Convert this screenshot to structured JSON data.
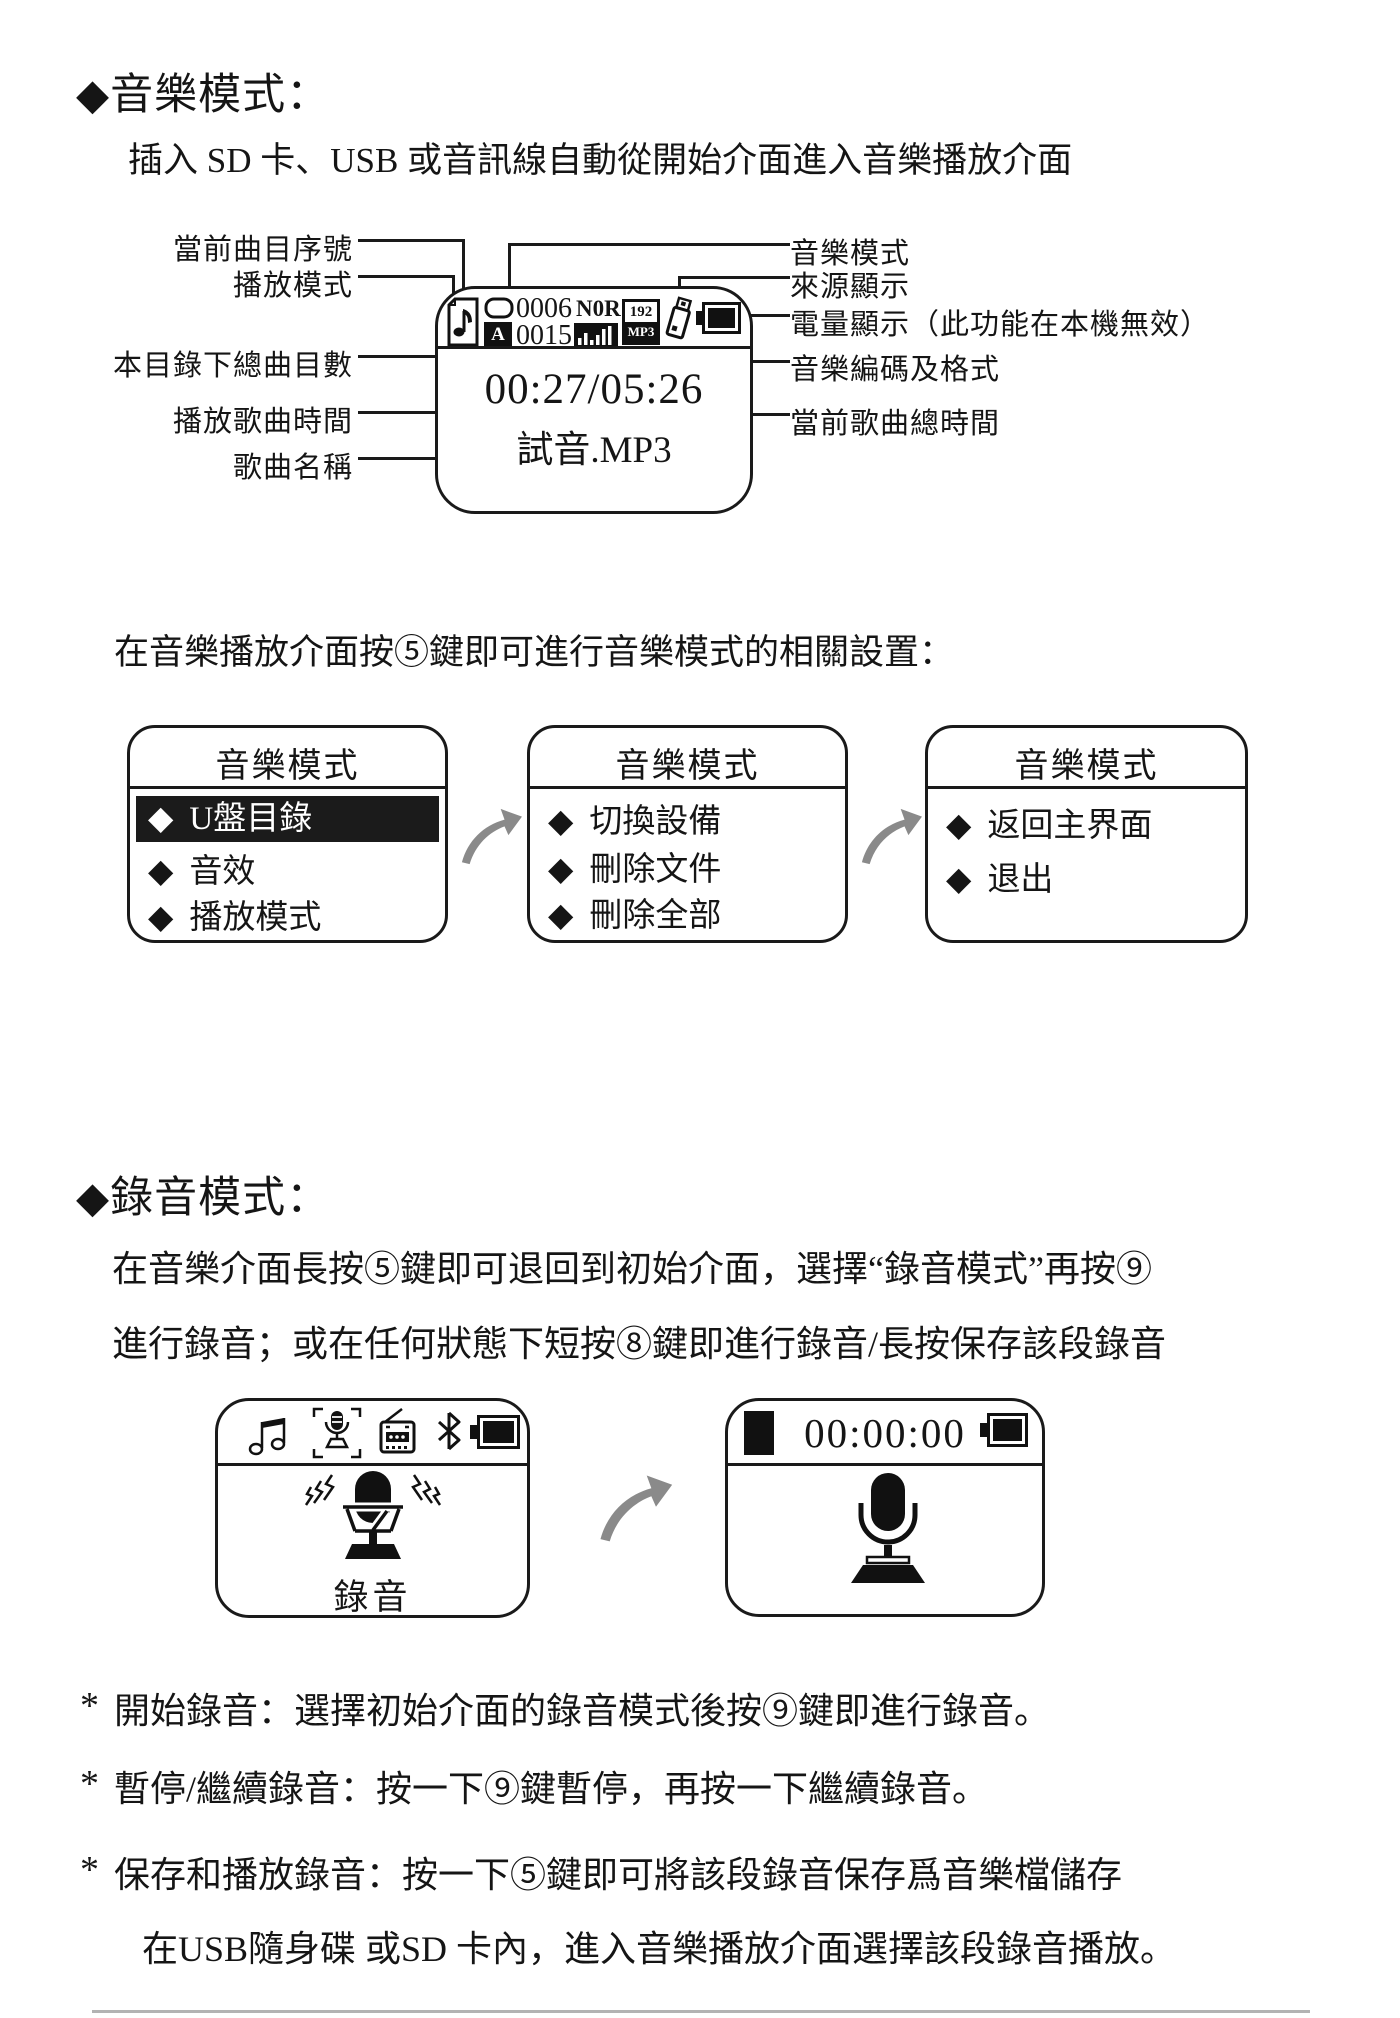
{
  "glyphs": {
    "diamond": "◆",
    "star": "*"
  },
  "colors": {
    "ink": "#151515",
    "arrow": "#8a8a8a",
    "highlight_bg": "#1b1b1b",
    "page_bg": "#ffffff"
  },
  "music_section": {
    "title": "◆音樂模式：",
    "intro": "插入 SD 卡、USB 或音訊線自動從開始介面進入音樂播放介面",
    "player_screen": {
      "track_no": "0006",
      "play_mode_text": "N0R",
      "total_tracks": "0015",
      "repeat_badge": "A",
      "bitrate": "192",
      "format": "MP3",
      "time": "00:27/05:26",
      "song": "試音.MP3"
    },
    "callouts_left": [
      "當前曲目序號",
      "播放模式",
      "本目錄下總曲目數",
      "播放歌曲時間",
      "歌曲名稱"
    ],
    "callouts_right": [
      "音樂模式",
      "來源顯示",
      "電量顯示（此功能在本機無效）",
      "音樂編碼及格式",
      "當前歌曲總時間"
    ],
    "settings_note": "在音樂播放介面按⑤鍵即可進行音樂模式的相關設置：",
    "menus": [
      {
        "title": "音樂模式",
        "items": [
          "U盤目錄",
          "音效",
          "播放模式"
        ],
        "selected_index": 0
      },
      {
        "title": "音樂模式",
        "items": [
          "切換設備",
          "刪除文件",
          "刪除全部"
        ],
        "selected_index": -1
      },
      {
        "title": "音樂模式",
        "items": [
          "返回主界面",
          "退出"
        ],
        "selected_index": -1
      }
    ]
  },
  "record_section": {
    "title": "◆錄音模式：",
    "intro_line1": "在音樂介面長按⑤鍵即可退回到初始介面，選擇“錄音模式”再按⑨",
    "intro_line2": "進行錄音；或在任何狀態下短按⑧鍵即進行錄音/長按保存該段錄音",
    "standby_screen": {
      "label": "錄音"
    },
    "recording_screen": {
      "timer": "00:00:00"
    },
    "bullets": [
      {
        "lines": [
          "開始錄音：選擇初始介面的錄音模式後按⑨鍵即進行錄音。"
        ]
      },
      {
        "lines": [
          "暫停/繼續錄音：按一下⑨鍵暫停，再按一下繼續錄音。"
        ]
      },
      {
        "lines": [
          "保存和播放錄音：按一下⑤鍵即可將該段錄音保存爲音樂檔儲存",
          "在USB隨身碟 或SD 卡內，進入音樂播放介面選擇該段錄音播放。"
        ]
      }
    ]
  }
}
